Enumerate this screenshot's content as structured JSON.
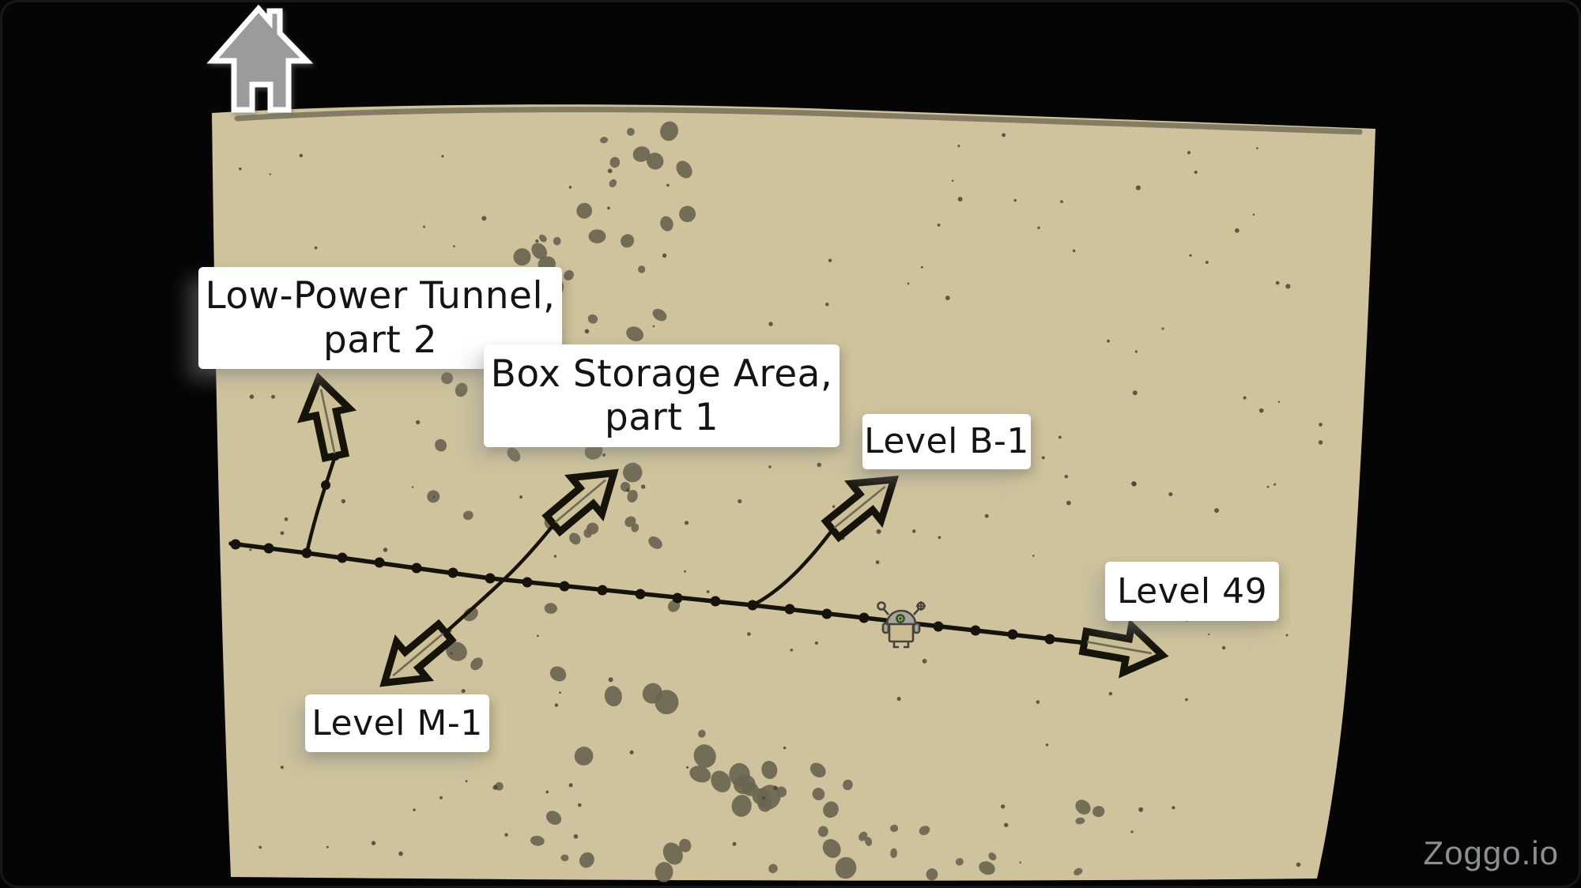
{
  "screen": {
    "name": "mine-map-screen"
  },
  "header": {
    "home_button": "home"
  },
  "watermark": "Zoggo.io",
  "colors": {
    "background": "#050505",
    "map_fill": "#cec39c",
    "map_edge_shade": "#2a281e",
    "speckle_blob": "#6b6550",
    "speckle_dot": "#4a4431",
    "path_line": "#15130a",
    "arrow_fill": "#cbc096",
    "arrow_centerline": "#6f6a55",
    "label_background": "#ffffff",
    "label_text": "#141414",
    "home_icon_fill": "#9b9b9b",
    "home_icon_outline": "#ffffff",
    "watermark_text": "#8c8f92",
    "sprite_head": "#a5a59c",
    "sprite_body": "#c9bc92",
    "sprite_outline": "#46443a",
    "sprite_eye": "#7cc34d"
  },
  "locations": [
    {
      "name": "low-power-tunnel-part-2",
      "line1": "Low-Power Tunnel,",
      "line2": "part 2",
      "arrow_direction": "up"
    },
    {
      "name": "box-storage-area-part-1",
      "line1": "Box Storage Area,",
      "line2": "part 1",
      "arrow_direction": "up-right"
    },
    {
      "name": "level-b-1",
      "line1": "Level B-1",
      "arrow_direction": "up-right"
    },
    {
      "name": "level-49",
      "line1": "Level 49",
      "arrow_direction": "right"
    },
    {
      "name": "level-m-1",
      "line1": "Level M-1",
      "arrow_direction": "down-left"
    }
  ],
  "player": {
    "marker": "robot-sprite"
  }
}
